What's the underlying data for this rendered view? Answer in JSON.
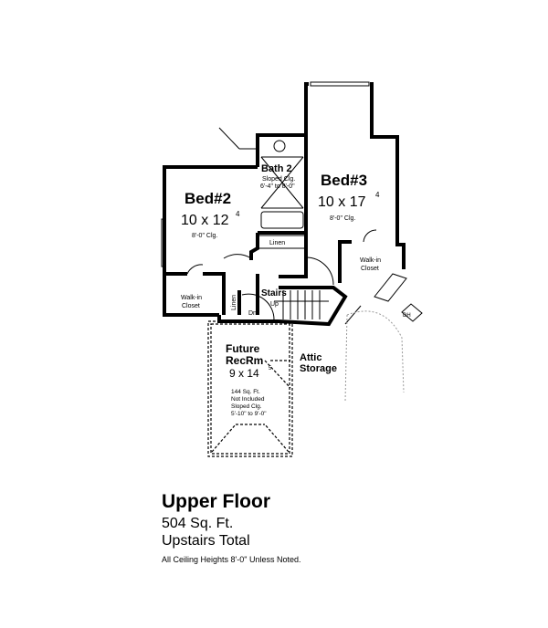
{
  "rooms": {
    "bed2": {
      "name": "Bed#2",
      "size": "10 x 12",
      "size_sup": "4",
      "ceiling": "8'-0\" Clg."
    },
    "bath2": {
      "name": "Bath 2",
      "note1": "Sloped Clg.",
      "note2": "6'-4\" to 8'-0\""
    },
    "bed3": {
      "name": "Bed#3",
      "size": "10 x 17",
      "size_sup": "4",
      "ceiling": "8'-0\" Clg."
    },
    "linen1": "Linen",
    "linen2": "Linen",
    "walkin1": {
      "l1": "Walk-in",
      "l2": "Closet"
    },
    "walkin2": {
      "l1": "Walk-in",
      "l2": "Closet"
    },
    "stairs": {
      "l1": "Stairs",
      "l2": "Up"
    },
    "dn": "Dn",
    "dh": "DH",
    "recroom": {
      "l1": "Future",
      "l2": "RecRm",
      "size": "9 x 14",
      "size_sup": "5",
      "n1": "144 Sq. Ft.",
      "n2": "Not Included",
      "n3": "Sloped Clg.",
      "n4": "5'-10\" to 9'-0\""
    },
    "attic": {
      "l1": "Attic",
      "l2": "Storage"
    }
  },
  "caption": {
    "title": "Upper Floor",
    "sqft": "504 Sq. Ft.",
    "total": "Upstairs Total",
    "note": "All Ceiling Heights 8'-0\" Unless Noted."
  }
}
